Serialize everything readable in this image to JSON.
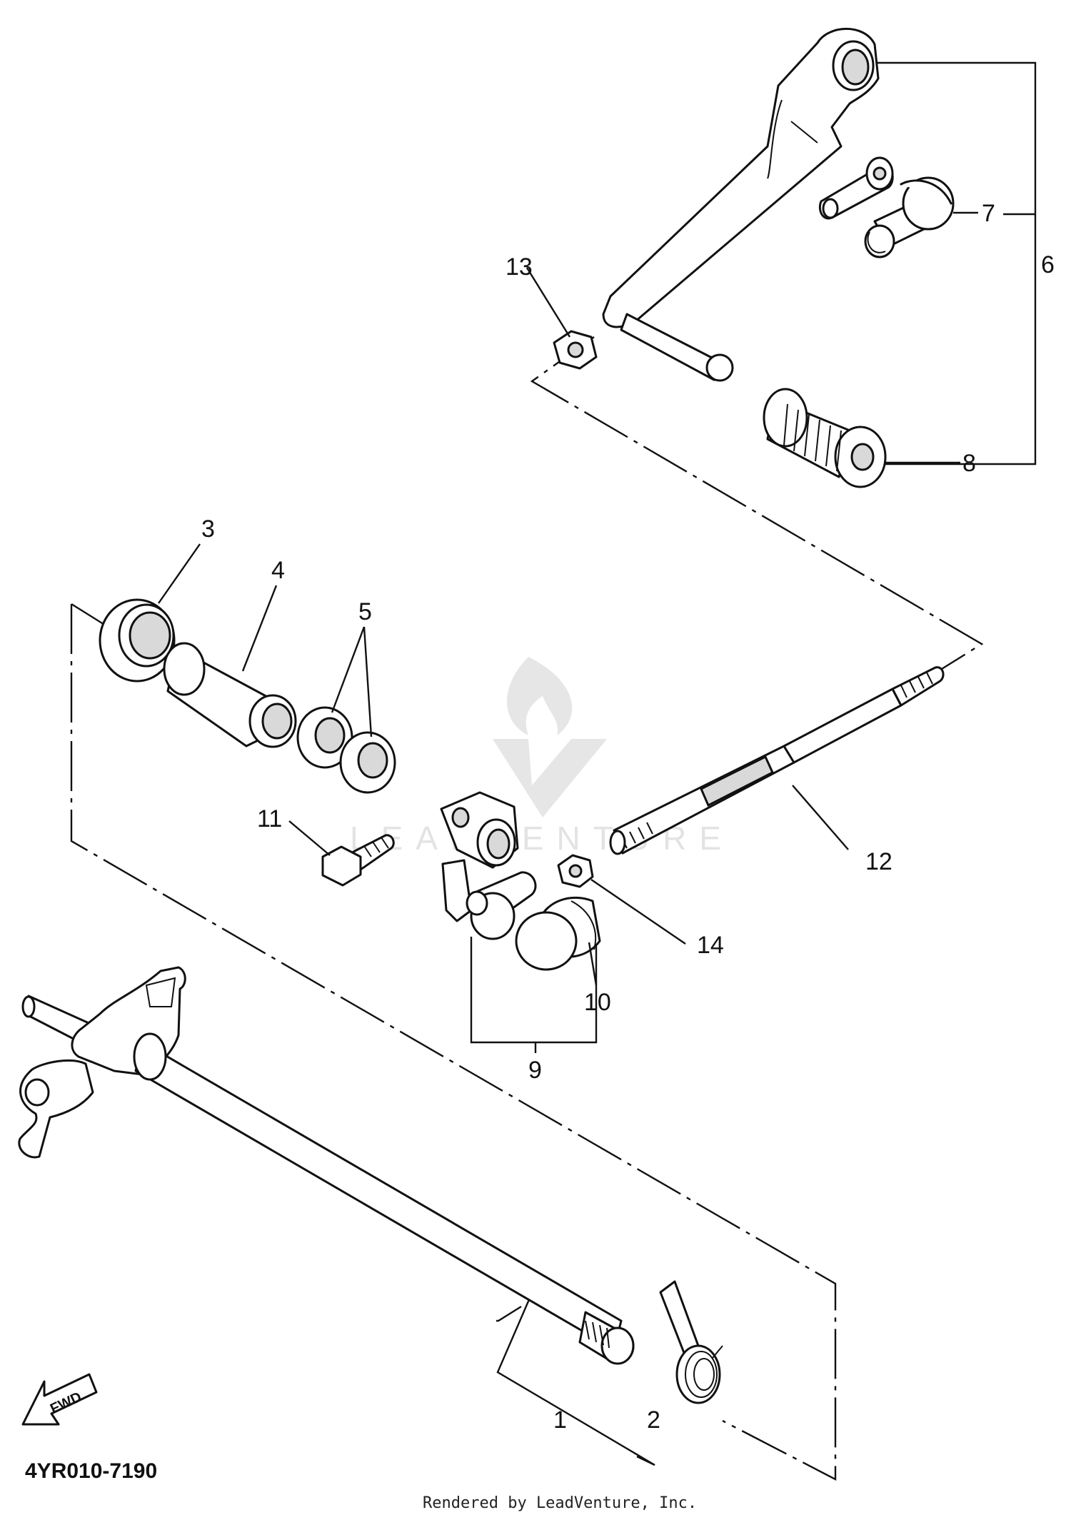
{
  "diagram": {
    "callouts": [
      "1",
      "2",
      "3",
      "4",
      "5",
      "6",
      "7",
      "8",
      "9",
      "10",
      "11",
      "12",
      "13",
      "14"
    ],
    "diagram_code": "4YR010-7190",
    "credit": "Rendered by LeadVenture, Inc.",
    "fwd_label": "FWD",
    "watermark": "LEADVENTURE"
  }
}
